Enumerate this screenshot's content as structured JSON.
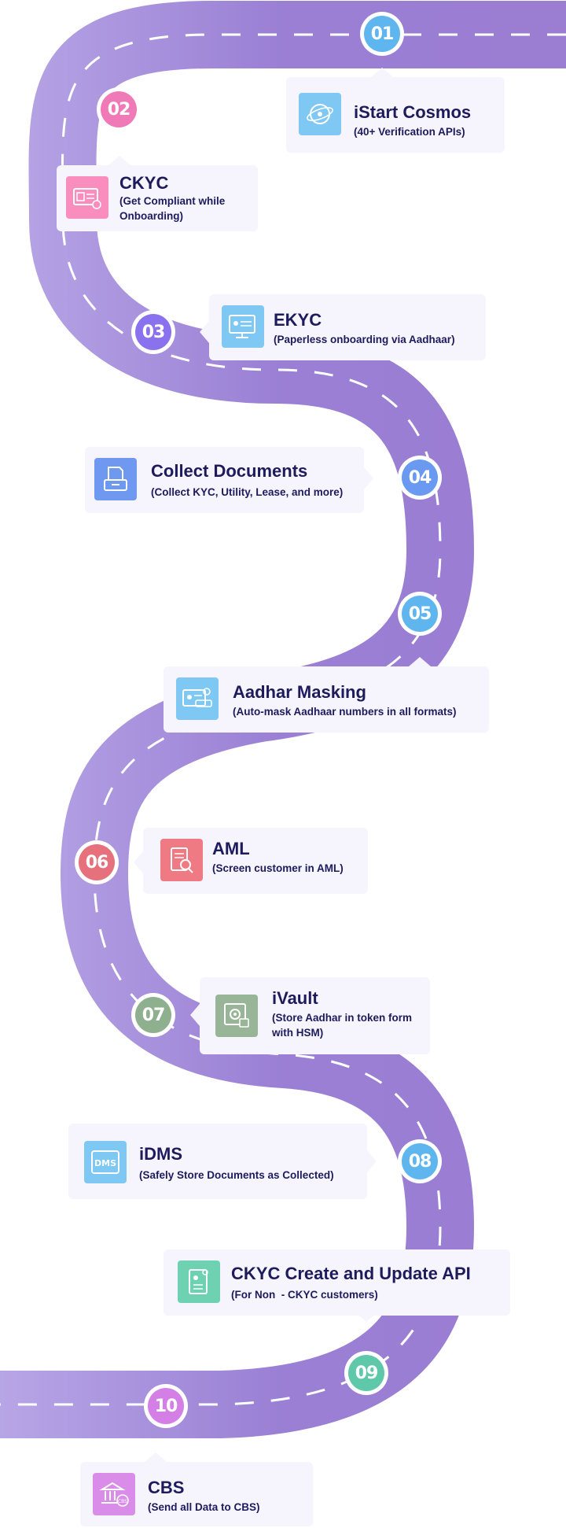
{
  "steps": [
    {
      "num": "01",
      "title": "iStart Cosmos",
      "desc": "(40+ Verification APIs)",
      "marker_color": "#5fb6ee",
      "icon": "globe-icon",
      "icon_color": "#7fc8f3"
    },
    {
      "num": "02",
      "title": "CKYC",
      "desc": "(Get Compliant while Onboarding)",
      "marker_color": "#f07ab7",
      "icon": "id-card-icon",
      "icon_color": "#f98dbd"
    },
    {
      "num": "03",
      "title": "EKYC",
      "desc": "(Paperless onboarding via Aadhaar)",
      "marker_color": "#8a72ef",
      "icon": "screen-id-icon",
      "icon_color": "#7fc8f3"
    },
    {
      "num": "04",
      "title": "Collect Documents",
      "desc": "(Collect KYC, Utility, Lease, and more)",
      "marker_color": "#6a99f2",
      "icon": "document-tray-icon",
      "icon_color": "#6f99f0"
    },
    {
      "num": "05",
      "title": "Aadhar Masking",
      "desc": "(Auto-mask Aadhaar numbers in all formats)",
      "marker_color": "#5fb6ee",
      "icon": "masked-card-icon",
      "icon_color": "#7fc8f3"
    },
    {
      "num": "06",
      "title": "AML",
      "desc": "(Screen customer in AML)",
      "marker_color": "#e6707b",
      "icon": "report-eye-icon",
      "icon_color": "#ef7a83"
    },
    {
      "num": "07",
      "title": "iVault",
      "desc": "(Store Aadhar in token form with HSM)",
      "marker_color": "#8fb08f",
      "icon": "vault-icon",
      "icon_color": "#98b697"
    },
    {
      "num": "08",
      "title": "iDMS",
      "desc": "(Safely Store Documents as Collected)",
      "marker_color": "#5fb6ee",
      "icon": "dms-box-icon",
      "icon_color": "#7fc8f3"
    },
    {
      "num": "09",
      "title": "CKYC Create and Update API",
      "desc": "(For Non  - CKYC customers)",
      "marker_color": "#5ec8a8",
      "icon": "profile-doc-icon",
      "icon_color": "#6ed1b2"
    },
    {
      "num": "10",
      "title": "CBS",
      "desc": "(Send all Data to CBS)",
      "marker_color": "#d47fe6",
      "icon": "bank-icon",
      "icon_color": "#d98de8"
    }
  ],
  "colors": {
    "road_dark": "#9a7fd4",
    "road_light": "#b8a8e4",
    "card_bg": "#f6f4fd",
    "text": "#1d1b5c"
  }
}
